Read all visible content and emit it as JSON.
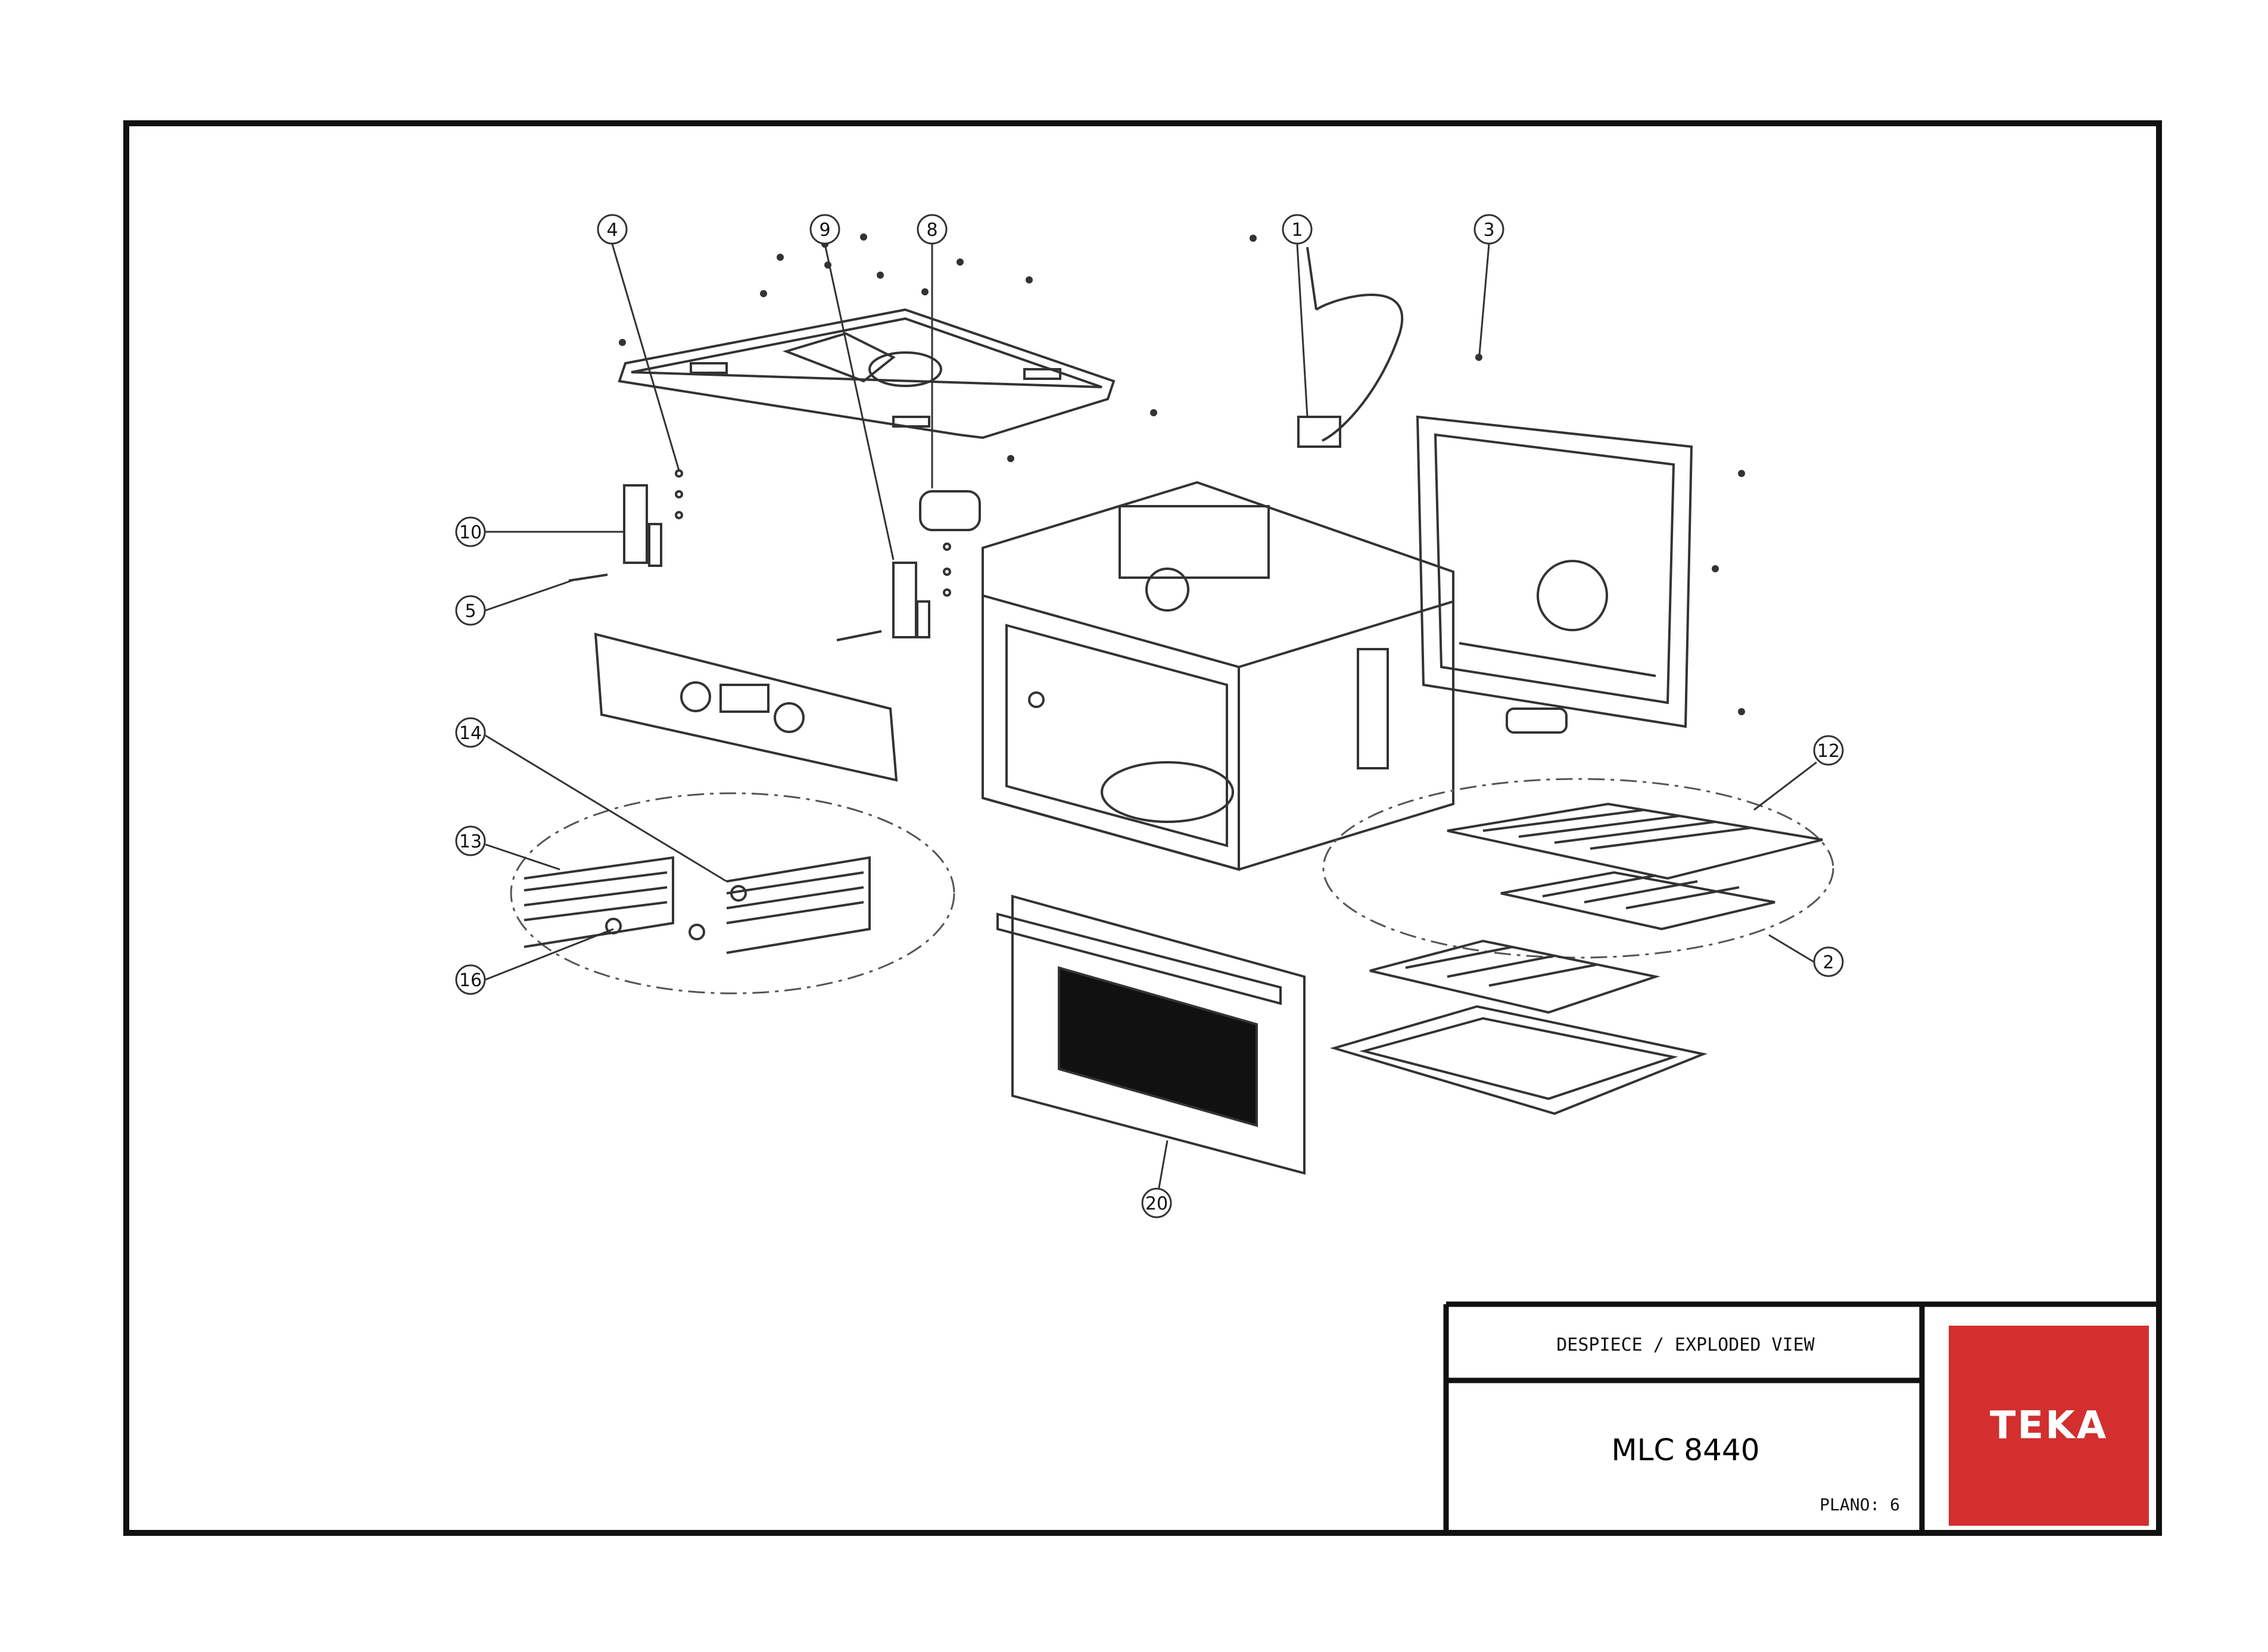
{
  "title_block": {
    "title": "DESPIECE / EXPLODED VIEW",
    "model": "MLC 8440",
    "plano": "PLANO: 6",
    "brand": "TEKA",
    "brand_color": "#d32f2f"
  },
  "callouts": [
    "1",
    "2",
    "3",
    "4",
    "5",
    "8",
    "9",
    "10",
    "12",
    "13",
    "14",
    "16",
    "20"
  ]
}
